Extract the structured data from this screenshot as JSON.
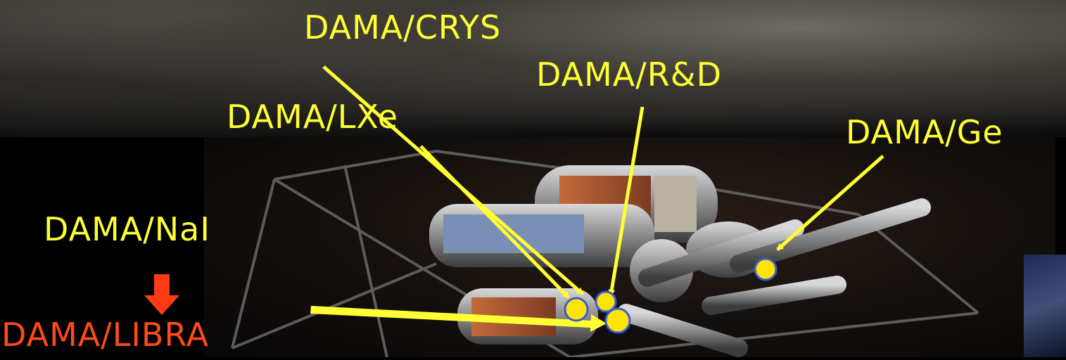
{
  "labels": {
    "crys": "DAMA/CRYS",
    "rd": "DAMA/R&D",
    "lxe": "DAMA/LXe",
    "ge": "DAMA/Ge",
    "nai": "DAMA/NaI",
    "libra": "DAMA/LIBRA"
  },
  "colors": {
    "label_yellow": "#ffff33",
    "label_orange": "#ff4a1a",
    "arrow_yellow": "#ffff33",
    "arrow_red": "#ff3b14",
    "marker_fill": "#ffe400",
    "marker_stroke": "#3a5bd6"
  }
}
